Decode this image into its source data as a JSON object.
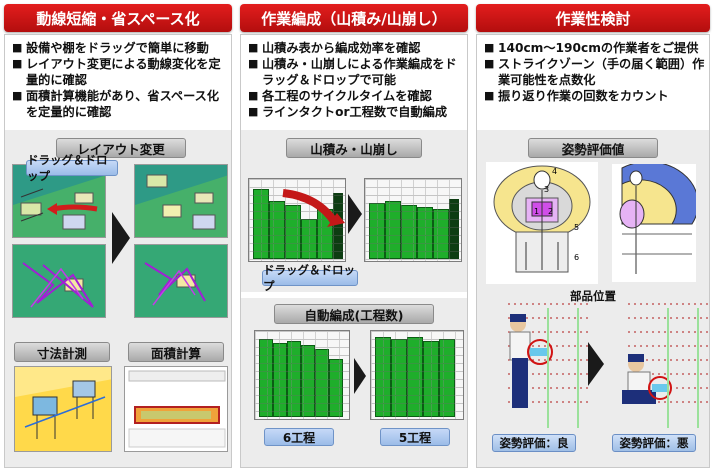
{
  "col1": {
    "banner": "動線短縮・省スペース化",
    "bullets": [
      "設備や棚をドラッグで簡単に移動",
      "レイアウト変更による動線変化を定量的に確認",
      "面積計算機能があり、省スペース化を定量的に確認"
    ],
    "layout_pill": "レイアウト変更",
    "drag_tag": "ドラッグ＆ドロップ",
    "measure_pill": "寸法計測",
    "area_pill": "面積計算"
  },
  "col2": {
    "banner": "作業編成（山積み/山崩し）",
    "bullets": [
      "山積み表から編成効率を確認",
      "山積み・山崩しによる作業編成をドラッグ＆ドロップで可能",
      "各工程のサイクルタイムを確認",
      "ラインタクトor工程数で自動編成"
    ],
    "yama_pill": "山積み・山崩し",
    "drag_tag": "ドラッグ＆ドロップ",
    "auto_pill": "自動編成(工程数)",
    "tag_6": "6工程",
    "tag_5": "5工程"
  },
  "col3": {
    "banner": "作業性検討",
    "bullets": [
      "140cm～190cmの作業者をご提供",
      "ストライクゾーン（手の届く範囲）作業可能性を点数化",
      "振り返り作業の回数をカウント"
    ],
    "posture_pill": "姿勢評価値",
    "parts_label": "部品位置",
    "zone_numbers": [
      "4",
      "3",
      "2",
      "1",
      "5",
      "6"
    ],
    "eval_good": "姿勢評価：良",
    "eval_bad": "姿勢評価：悪"
  },
  "colors": {
    "banner_red": "#d11414",
    "green": "#1fae2b",
    "blue_tag": "#9bbce8"
  }
}
